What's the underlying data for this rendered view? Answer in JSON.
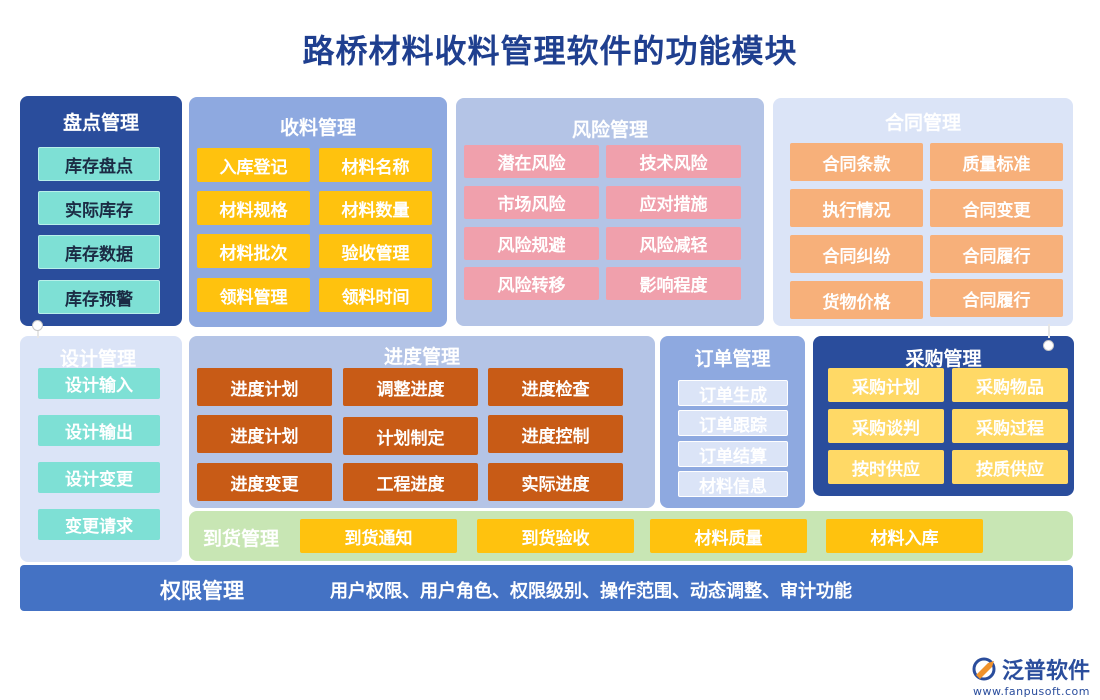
{
  "title": "路桥材料收料管理软件的功能模块",
  "modules": {
    "pandian": {
      "title": "盘点管理",
      "items": [
        "库存盘点",
        "实际库存",
        "库存数据",
        "库存预警"
      ]
    },
    "shouliao": {
      "title": "收料管理",
      "items": [
        "入库登记",
        "材料名称",
        "材料规格",
        "材料数量",
        "材料批次",
        "验收管理",
        "领料管理",
        "领料时间"
      ]
    },
    "fengxian": {
      "title": "风险管理",
      "items": [
        "潜在风险",
        "技术风险",
        "市场风险",
        "应对措施",
        "风险规避",
        "风险减轻",
        "风险转移",
        "影响程度"
      ]
    },
    "hetong": {
      "title": "合同管理",
      "items": [
        "合同条款",
        "质量标准",
        "执行情况",
        "合同变更",
        "合同纠纷",
        "合同履行",
        "货物价格",
        "合同履行"
      ]
    },
    "sheji": {
      "title": "设计管理",
      "items": [
        "设计输入",
        "设计输出",
        "设计变更",
        "变更请求"
      ]
    },
    "jindu": {
      "title": "进度管理",
      "items": [
        "进度计划",
        "调整进度",
        "进度检查",
        "进度计划",
        "计划制定",
        "进度控制",
        "进度变更",
        "工程进度",
        "实际进度"
      ]
    },
    "dingdan": {
      "title": "订单管理",
      "items": [
        "订单生成",
        "订单跟踪",
        "订单结算",
        "材料信息"
      ]
    },
    "caigou": {
      "title": "采购管理",
      "items": [
        "采购计划",
        "采购物品",
        "采购谈判",
        "采购过程",
        "按时供应",
        "按质供应"
      ]
    },
    "daohuo": {
      "title": "到货管理",
      "items": [
        "到货通知",
        "到货验收",
        "材料质量",
        "材料入库"
      ]
    },
    "quanxian": {
      "title": "权限管理",
      "description": "用户权限、用户角色、权限级别、操作范围、动态调整、审计功能"
    }
  },
  "logo": {
    "name": "泛普软件",
    "url": "www.fanpusoft.com",
    "icon": "fanpu-logo-icon"
  },
  "colors": {
    "title": "#1f3f8f",
    "dark_blue": "#2a4d9c",
    "mid_blue": "#8ea9e0",
    "light_blue": "#b4c4e6",
    "pale_blue": "#dbe4f7",
    "teal": "#7ee0d5",
    "yellow": "#ffc20e",
    "pink": "#f0a0ac",
    "orange": "#f7b07a",
    "rust": "#c85b16",
    "light_yellow": "#ffd966",
    "light_green": "#c8e6b4",
    "bar_blue": "#4472c4"
  }
}
